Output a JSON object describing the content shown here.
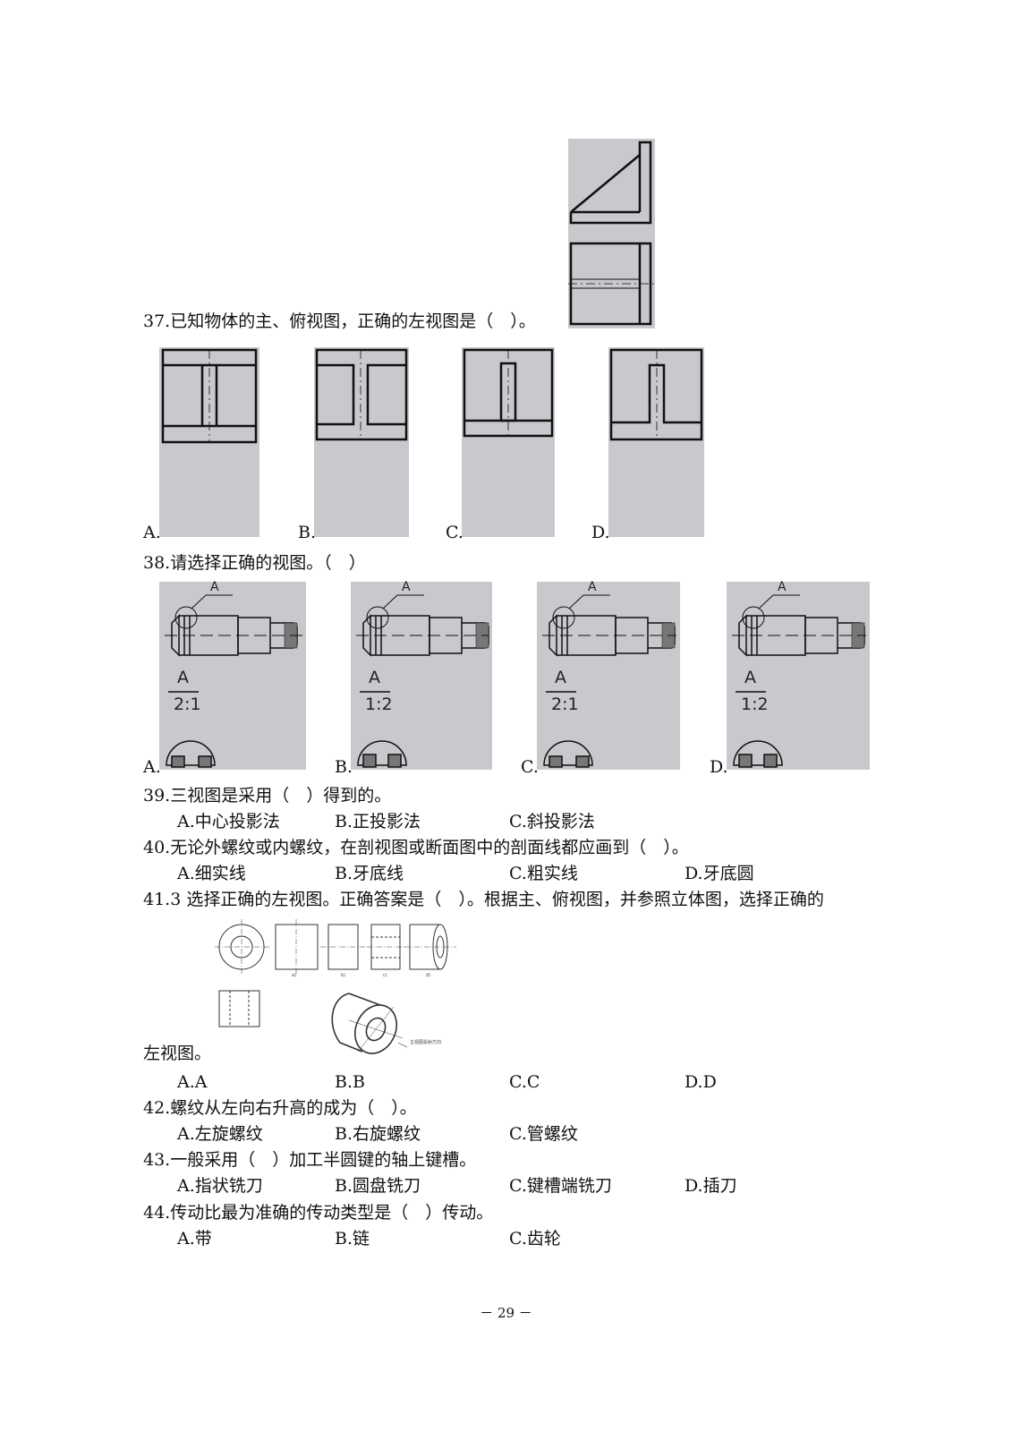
{
  "questions": [
    {
      "number": "37",
      "text": "37.已知物体的主、俯视图，正确的左视图是（　）。",
      "option_labels": [
        "A.",
        "B.",
        "C.",
        "D."
      ]
    },
    {
      "number": "38",
      "text": "38.请选择正确的视图。（　）",
      "option_labels": [
        "A.",
        "B.",
        "C.",
        "D."
      ],
      "figures": [
        {
          "detail_label": "A",
          "scale": "2:1"
        },
        {
          "detail_label": "A",
          "scale": "1:2"
        },
        {
          "detail_label": "A",
          "scale": "2:1"
        },
        {
          "detail_label": "A",
          "scale": "1:2"
        }
      ]
    },
    {
      "number": "39",
      "text": "39.三视图是采用（　）得到的。",
      "options": [
        "A.中心投影法",
        "B.正投影法",
        "C.斜投影法"
      ]
    },
    {
      "number": "40",
      "text": "40.无论外螺纹或内螺纹，在剖视图或断面图中的剖面线都应画到（　）。",
      "options": [
        "A.细实线",
        "B.牙底线",
        "C.粗实线",
        "D.牙底圆"
      ]
    },
    {
      "number": "41",
      "text": "41.3 选择正确的左视图。正确答案是（　）。根据主、俯视图，并参照立体图，选择正确的",
      "text_cont": "左视图。",
      "figure_labels": [
        "a)",
        "b)",
        "c)",
        "d)"
      ],
      "figure_caption": "主视图投射方向",
      "options": [
        "A.A",
        "B.B",
        "C.C",
        "D.D"
      ]
    },
    {
      "number": "42",
      "text": "42.螺纹从左向右升高的成为（　）。",
      "options": [
        "A.左旋螺纹",
        "B.右旋螺纹",
        "C.管螺纹"
      ]
    },
    {
      "number": "43",
      "text": "43.一般采用（　）加工半圆键的轴上键槽。",
      "options": [
        "A.指状铣刀",
        "B.圆盘铣刀",
        "C.键槽端铣刀",
        "D.插刀"
      ]
    },
    {
      "number": "44",
      "text": "44.传动比最为准确的传动类型是（　）传动。",
      "options": [
        "A.带",
        "B.链",
        "C.齿轮"
      ]
    }
  ],
  "page_number": "－ 29 －"
}
